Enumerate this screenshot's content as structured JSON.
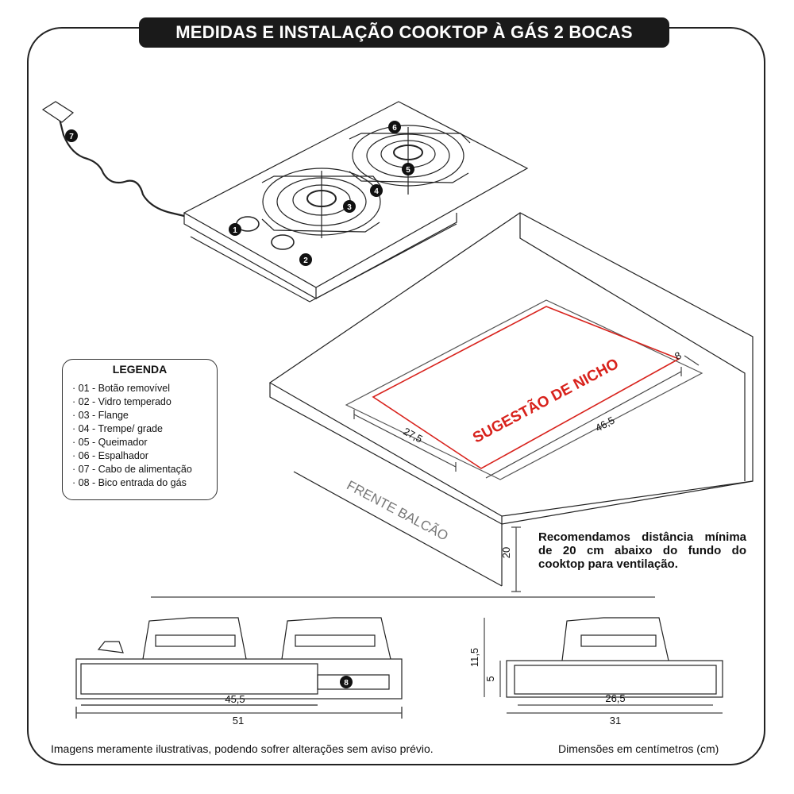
{
  "title": "MEDIDAS E INSTALAÇÃO COOKTOP À GÁS 2 BOCAS",
  "legend": {
    "title": "LEGENDA",
    "items": [
      "· 01 - Botão removível",
      "· 02 - Vidro temperado",
      "· 03 - Flange",
      "· 04 - Trempe/ grade",
      "· 05 - Queimador",
      "· 06 - Espalhador",
      "· 07 - Cabo de alimentação",
      "· 08 - Bico entrada do gás"
    ]
  },
  "callouts": [
    "1",
    "2",
    "3",
    "4",
    "5",
    "6",
    "7",
    "8"
  ],
  "niche": {
    "label": "SUGESTÃO DE NICHO",
    "width": "46,5",
    "depth": "27,5",
    "back_gap": "8",
    "front_label": "FRENTE BALCÃO",
    "clearance": "20"
  },
  "ventilation_note": "Recomendamos distância mínima de 20 cm abaixo do fundo do cooktop para ventilação.",
  "front_view": {
    "inner_width": "45,5",
    "outer_width": "51",
    "callout": "8"
  },
  "side_view": {
    "height_total": "11,5",
    "height_body": "5",
    "inner_width": "26,5",
    "outer_width": "31"
  },
  "footer": {
    "disclaimer": "Imagens meramente ilustrativas, podendo sofrer alterações sem aviso prévio.",
    "units": "Dimensões em centímetros (cm)"
  },
  "colors": {
    "accent_red": "#d8221c",
    "title_bg": "#1a1a1a"
  }
}
